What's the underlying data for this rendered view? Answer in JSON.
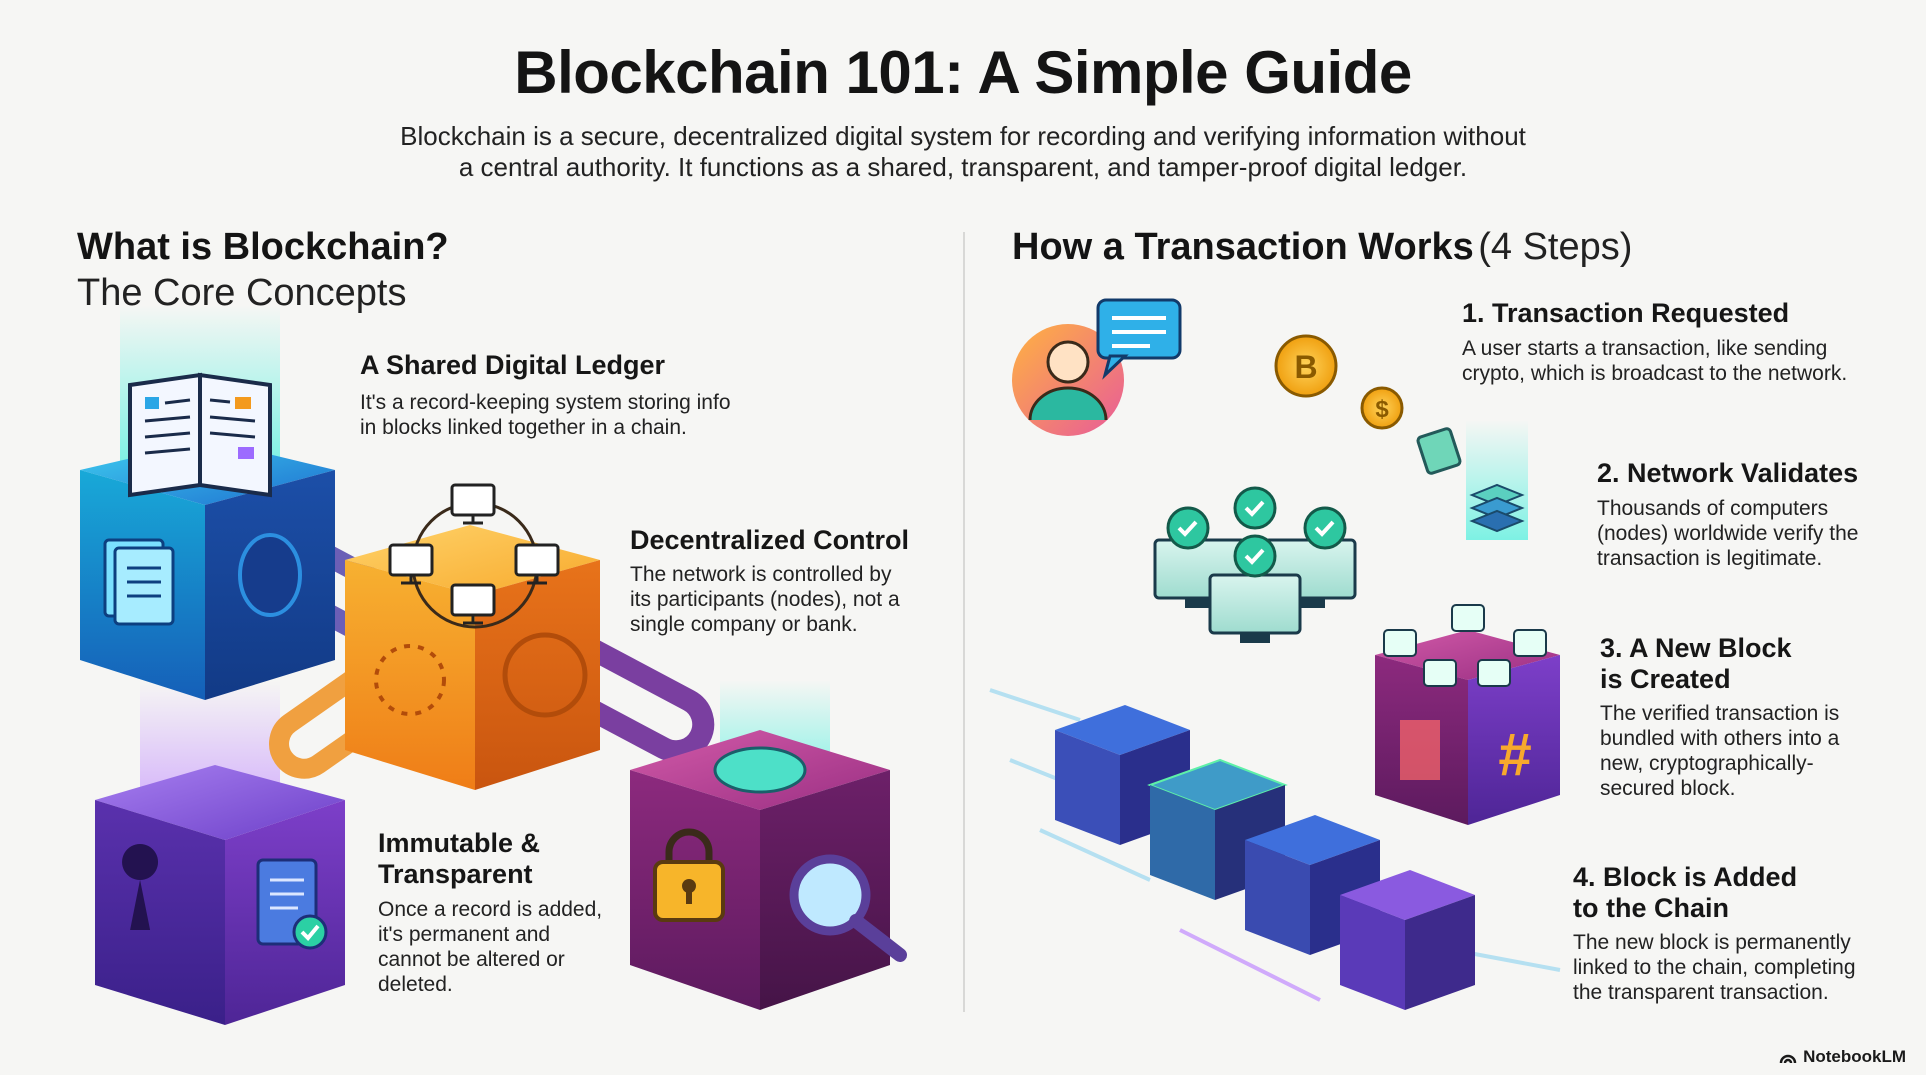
{
  "header": {
    "title": "Blockchain 101: A Simple Guide",
    "intro_line1": "Blockchain is a secure, decentralized digital system for recording and verifying information without",
    "intro_line2": "a central authority. It functions as a shared, transparent, and tamper-proof digital ledger."
  },
  "left": {
    "heading": "What is Blockchain?",
    "subheading": "The Core Concepts",
    "items": [
      {
        "title": "A Shared Digital Ledger",
        "desc": [
          "It's a record-keeping system storing info",
          "in blocks linked together in a chain."
        ]
      },
      {
        "title": "Decentralized Control",
        "desc": [
          "The network is controlled by",
          "its participants (nodes), not a",
          "single company or bank."
        ]
      },
      {
        "title": [
          "Immutable &",
          "Transparent"
        ],
        "desc": [
          "Once a record is added,",
          "it's permanent and",
          "cannot be altered or",
          "deleted."
        ]
      }
    ]
  },
  "right": {
    "heading": "How a Transaction Works",
    "heading_suffix": "(4 Steps)",
    "steps": [
      {
        "title": [
          "1. Transaction Requested"
        ],
        "desc": [
          "A user starts a transaction, like sending",
          "crypto, which is broadcast to the network."
        ]
      },
      {
        "title": [
          "2. Network Validates"
        ],
        "desc": [
          "Thousands of computers",
          "(nodes) worldwide verify the",
          "transaction is legitimate."
        ]
      },
      {
        "title": [
          "3. A New Block",
          "is Created"
        ],
        "desc": [
          "The verified transaction is",
          "bundled with others into a",
          "new, cryptographically-",
          "secured block."
        ]
      },
      {
        "title": [
          "4. Block is Added",
          "to the Chain"
        ],
        "desc": [
          "The new block is permanently",
          "linked to the chain, completing",
          "the transparent transaction."
        ]
      }
    ]
  },
  "illustration": {
    "hash_symbol": "#",
    "coin_symbol_1": "B",
    "coin_symbol_2": "$"
  },
  "brand": {
    "name": "NotebookLM"
  },
  "colors": {
    "blue": "#1f7fd6",
    "orange": "#f39a1e",
    "purple": "#6a3fb8",
    "magenta": "#8c2a86",
    "teal": "#1fb3a8",
    "green": "#2eb872"
  }
}
